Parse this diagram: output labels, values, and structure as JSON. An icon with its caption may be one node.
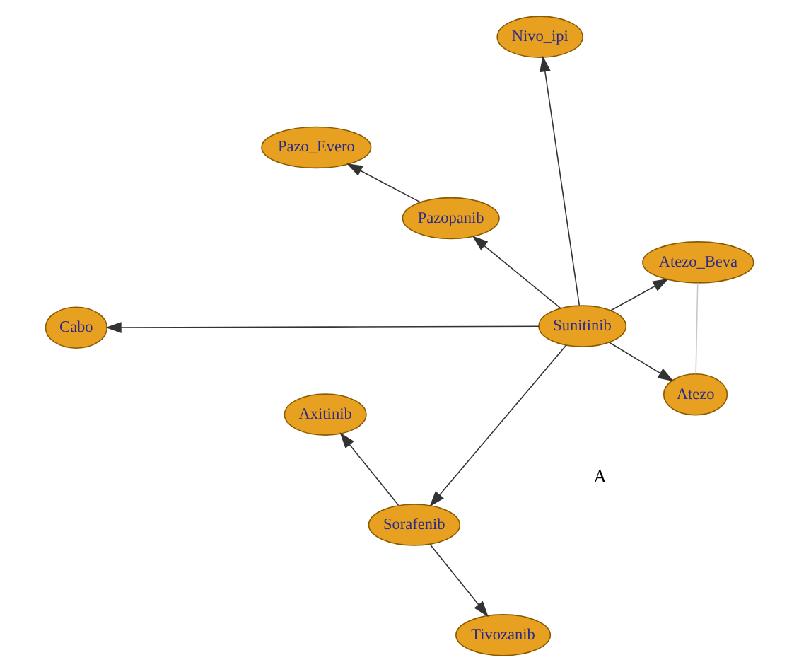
{
  "diagram": {
    "nodes": [
      {
        "text": [
          "Cabo"
        ]
      },
      {
        "text": [
          "Axitinib"
        ]
      },
      {
        "text": [
          "Nivo_ipi"
        ]
      },
      {
        "text": [
          "Atezo_Beva"
        ]
      },
      {
        "text": [
          "Pazo_Evero"
        ]
      },
      {
        "text": [
          "Atezo"
        ]
      },
      {
        "text": [
          "Pazopanib"
        ]
      },
      {
        "text": [
          "Tivozanib"
        ]
      },
      {
        "text": [
          "Sorafenib"
        ]
      },
      {
        "text": [
          "Sunitinib"
        ]
      }
    ],
    "edges": [
      {
        "from": 9,
        "to": 2,
        "arrow": "to"
      },
      {
        "from": 9,
        "to": 0,
        "arrow": "to"
      },
      {
        "from": 8,
        "to": 1,
        "arrow": "to"
      },
      {
        "from": 9,
        "to": 3,
        "arrow": "to"
      },
      {
        "from": 3,
        "to": 5,
        "arrow": "none",
        "color": "#c8c8c8"
      },
      {
        "from": 9,
        "to": 5,
        "arrow": "to"
      },
      {
        "from": 6,
        "to": 4,
        "arrow": "to"
      },
      {
        "from": 9,
        "to": 6,
        "arrow": "to"
      },
      {
        "from": 8,
        "to": 7,
        "arrow": "to"
      },
      {
        "from": 9,
        "to": 8,
        "arrow": "to"
      }
    ],
    "labels": [
      "A"
    ]
  }
}
